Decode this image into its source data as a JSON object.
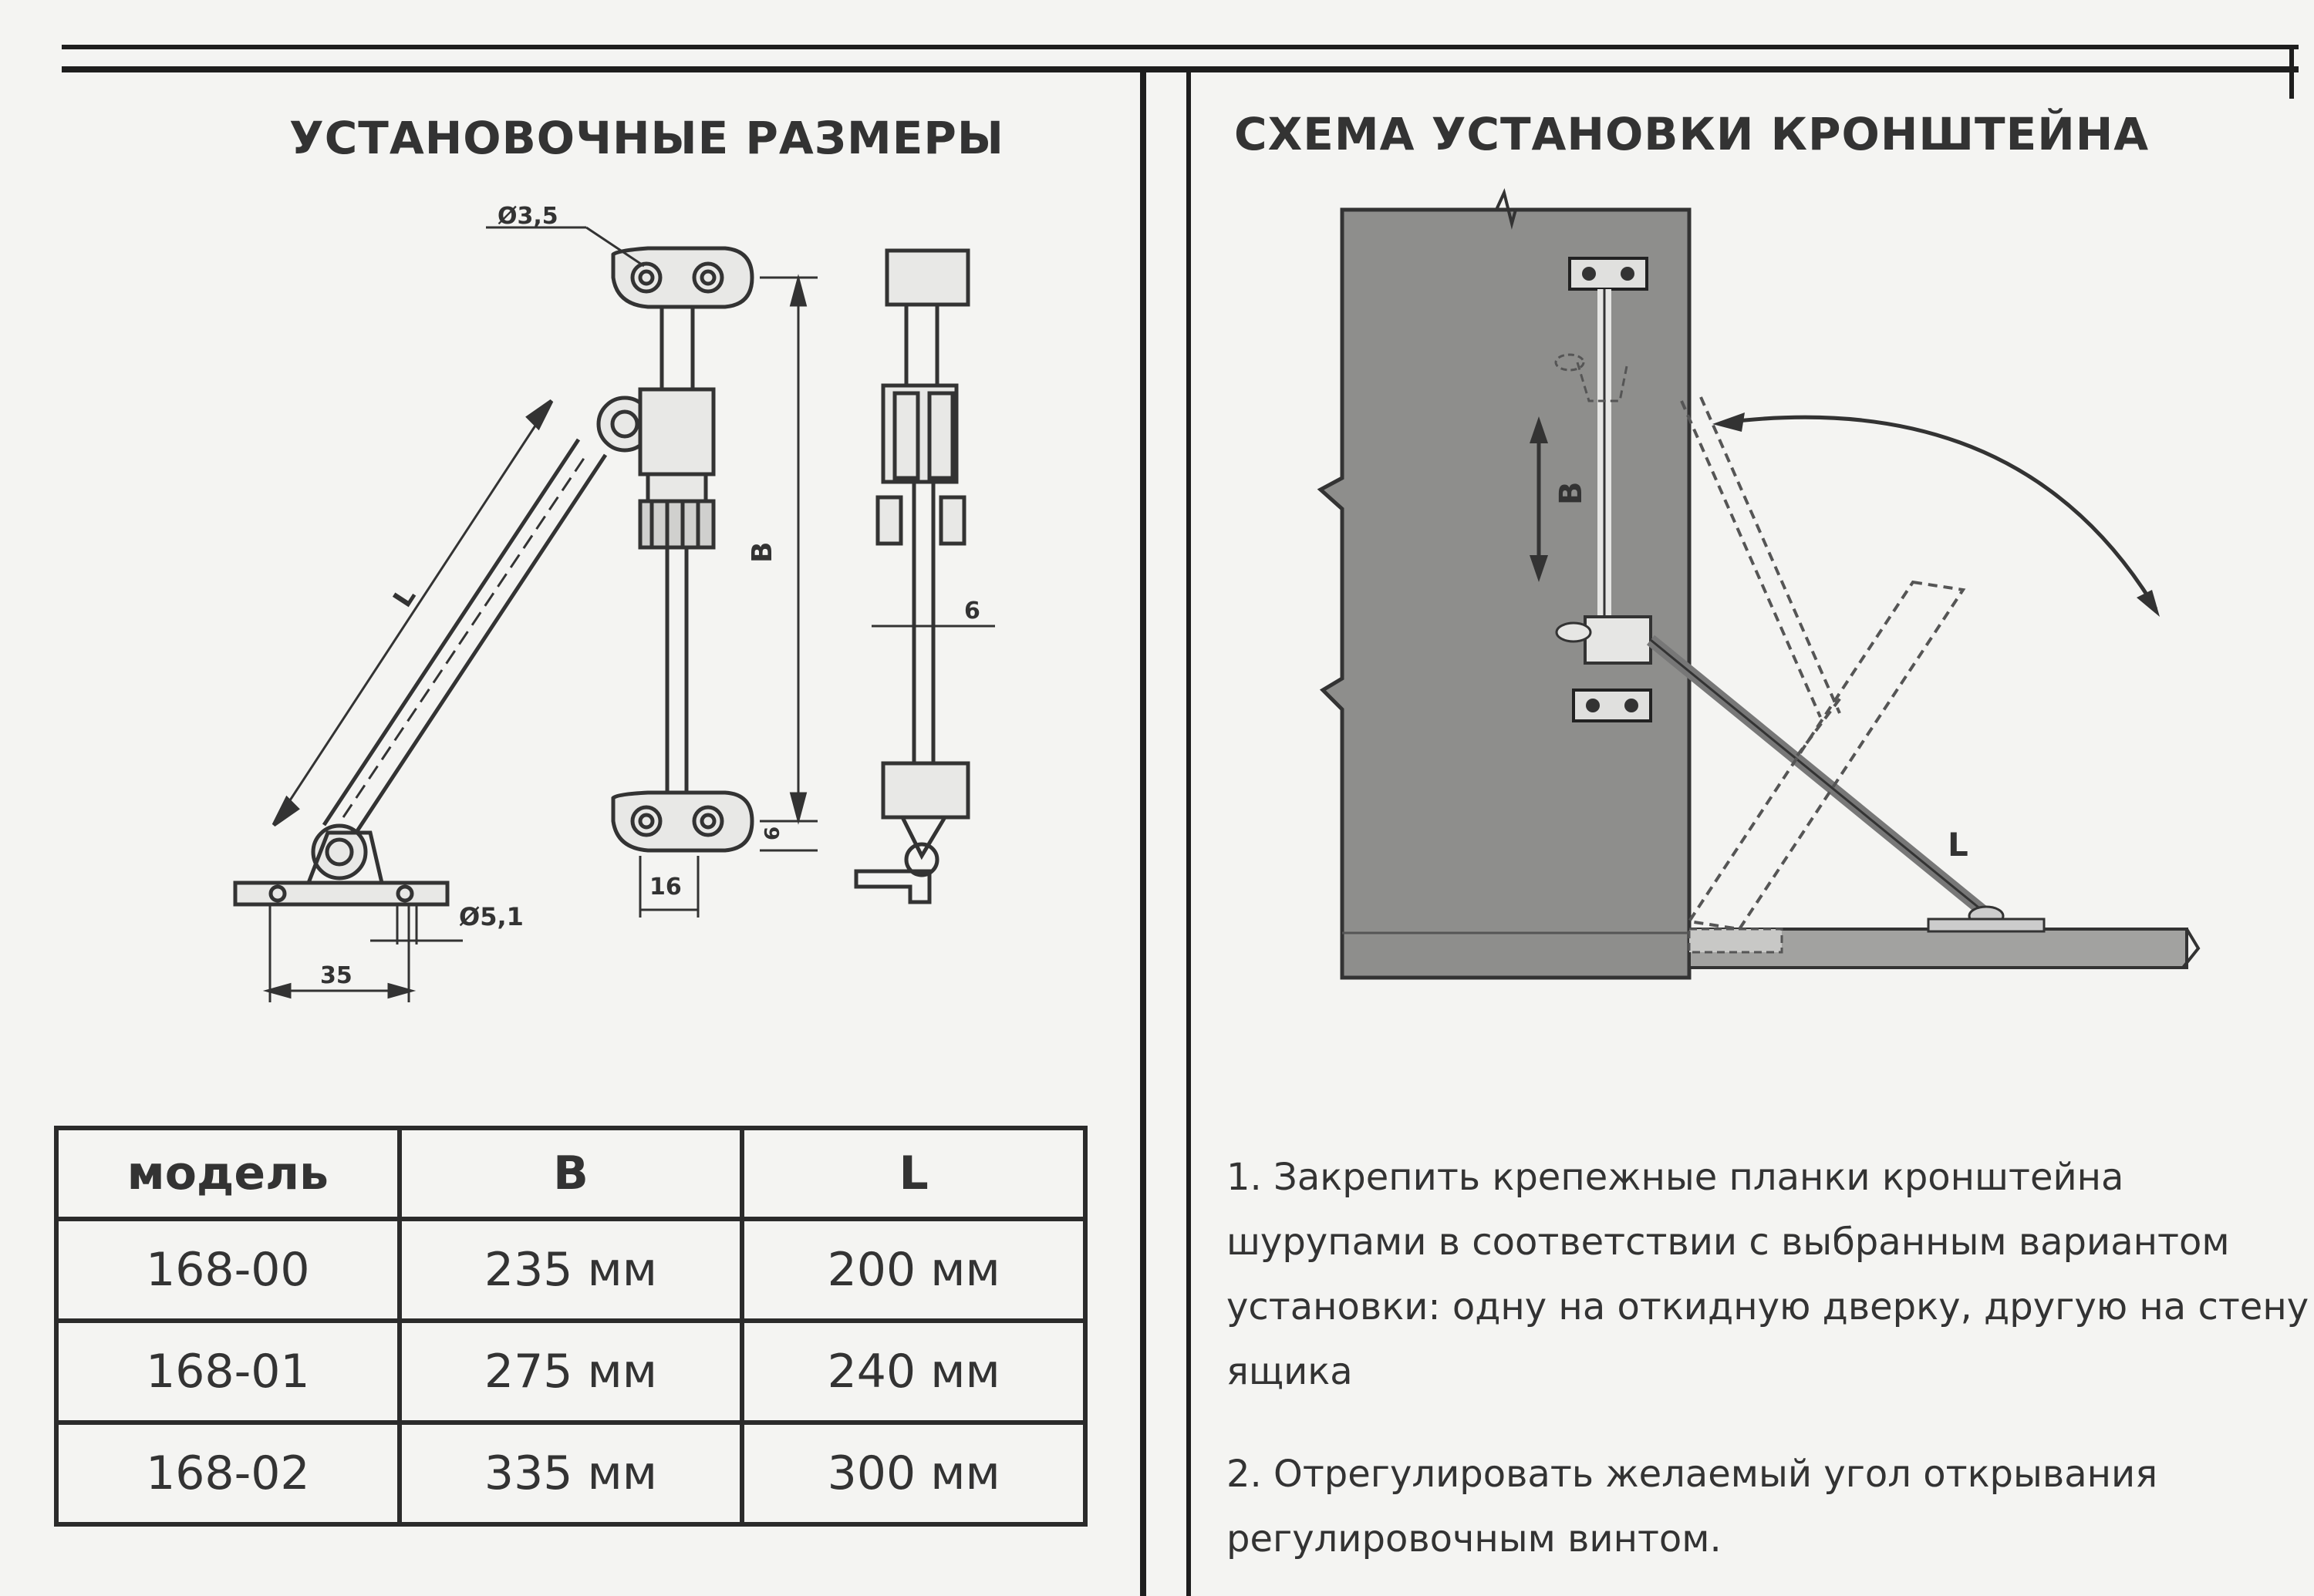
{
  "left_panel": {
    "title": "УСТАНОВОЧНЫЕ РАЗМЕРЫ",
    "dims": {
      "hole_small": "Ø3,5",
      "hole_large": "Ø5,1",
      "base_width": "35",
      "plate_width": "16",
      "rod_offset": "6",
      "rod_width": "6",
      "length_label": "L",
      "height_label": "B"
    },
    "table": {
      "headers": [
        "модель",
        "B",
        "L"
      ],
      "rows": [
        [
          "168-00",
          "235 мм",
          "200 мм"
        ],
        [
          "168-01",
          "275 мм",
          "240 мм"
        ],
        [
          "168-02",
          "335 мм",
          "300 мм"
        ]
      ]
    }
  },
  "right_panel": {
    "title": "СХЕМА УСТАНОВКИ КРОНШТЕЙНА",
    "diagram_labels": {
      "height": "B",
      "length": "L"
    },
    "instructions": {
      "step1": [
        "1. Закрепить крепежные планки кронштейна",
        "шурупами в соответствии с выбранным вариантом",
        "установки: одну на откидную дверку, другую на стену",
        "ящика"
      ],
      "step2": [
        "2. Отрегулировать желаемый угол открывания",
        "регулировочным винтом."
      ]
    }
  }
}
